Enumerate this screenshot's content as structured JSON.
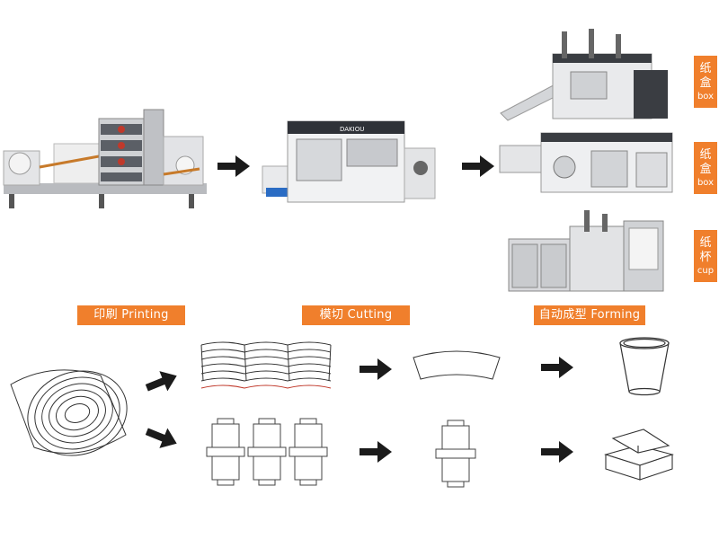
{
  "colors": {
    "orange": "#f07f2c",
    "arrow": "#1b1b1b",
    "machine_body": "#d9dadc",
    "machine_dark": "#3a3d42",
    "accent_red": "#c0392b"
  },
  "machines": {
    "printer": {
      "icon": "flexo-printing-machine-icon"
    },
    "die_cutter": {
      "icon": "die-cutting-machine-icon",
      "brand": "DAKIOU"
    },
    "box_machine_1": {
      "icon": "paper-box-forming-machine-icon"
    },
    "box_machine_2": {
      "icon": "paper-box-forming-machine-icon"
    },
    "cup_machine": {
      "icon": "paper-cup-forming-machine-icon"
    }
  },
  "tags": [
    {
      "zh_1": "纸",
      "zh_2": "盒",
      "en": "box"
    },
    {
      "zh_1": "纸",
      "zh_2": "盒",
      "en": "box"
    },
    {
      "zh_1": "纸",
      "zh_2": "杯",
      "en": "cup"
    }
  ],
  "stages": {
    "printing": "印刷 Printing",
    "cutting": "模切 Cutting",
    "forming": "自动成型 Forming"
  }
}
